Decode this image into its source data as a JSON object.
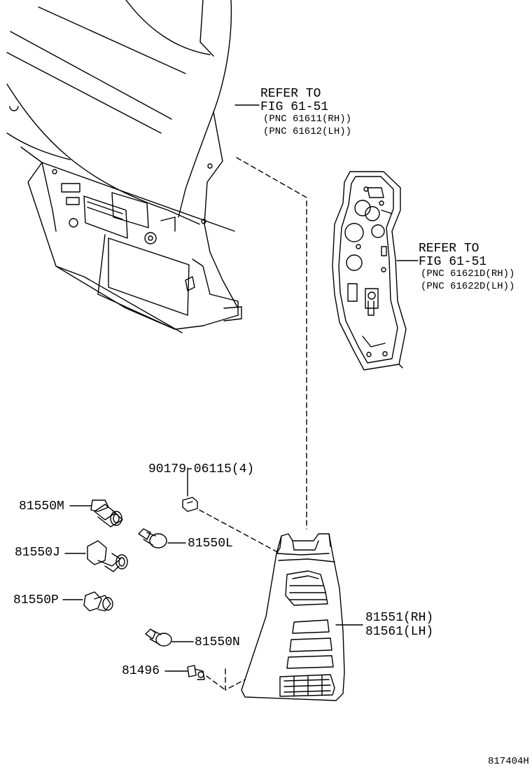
{
  "refs": {
    "upper": {
      "line1": "REFER TO",
      "line2": "FIG 61-51",
      "line3": "(PNC 61611(RH))",
      "line4": "(PNC 61612(LH))"
    },
    "middle": {
      "line1": "REFER TO",
      "line2": "FIG 61-51",
      "line3": "(PNC 61621D(RH))",
      "line4": "(PNC 61622D(LH))"
    }
  },
  "parts": {
    "screw": "90179-06115(4)",
    "socket_m": "81550M",
    "socket_j": "81550J",
    "socket_p": "81550P",
    "bulb_l": "81550L",
    "bulb_n": "81550N",
    "clip": "81496",
    "lamp_rh": "81551(RH)",
    "lamp_lh": "81561(LH)"
  },
  "figure_id": "817404H"
}
